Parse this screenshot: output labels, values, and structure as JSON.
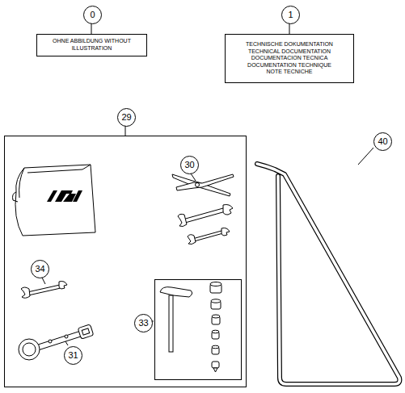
{
  "diagram": {
    "nodes": [
      {
        "text": [
          "0",
          "OHNE ABBILDUNG WITHOUT ILLUSTRATION"
        ]
      },
      {
        "text": [
          "1",
          "TECHNISCHE DOKUMENTATION TECHNICAL DOCUMENTATION DOCUMENTACION TECNICA DOCUMENTATION TECHNIQUE NOTE TECNICHE"
        ]
      },
      {
        "text": [
          "29"
        ]
      },
      {
        "text": [
          "30"
        ],
        "in": 2
      },
      {
        "text": [
          "34"
        ],
        "in": 2
      },
      {
        "text": [
          "33"
        ],
        "in": 2
      },
      {
        "text": [
          "31"
        ],
        "in": 2
      },
      {
        "text": [
          "40"
        ]
      }
    ]
  }
}
